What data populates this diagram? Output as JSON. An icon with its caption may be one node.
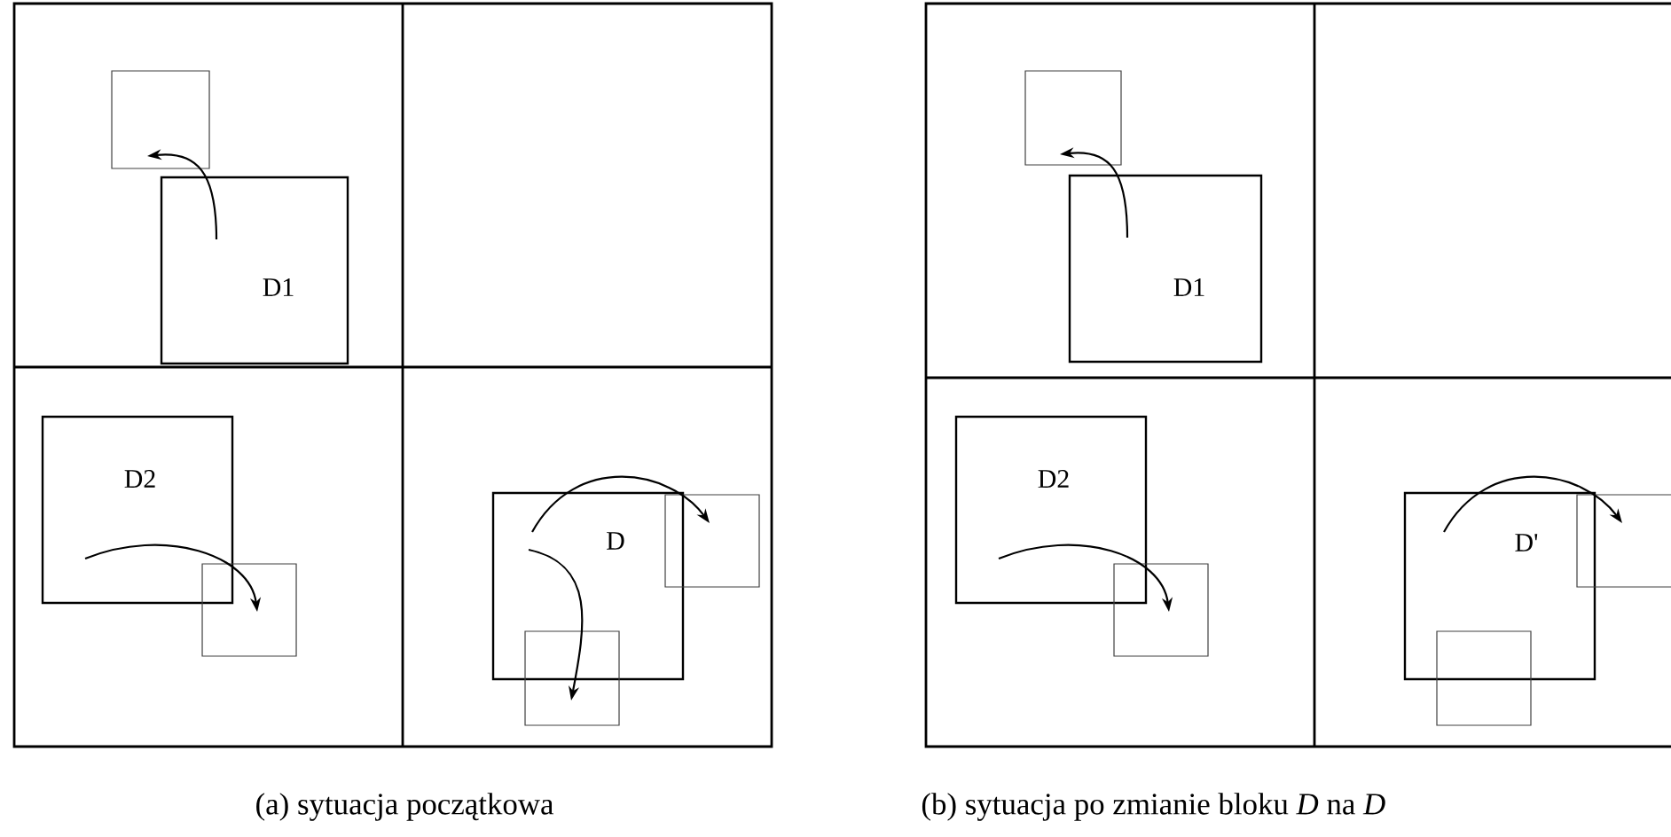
{
  "diagram": {
    "nodes": [
      {
        "text": [
          "D1"
        ]
      },
      {
        "text": [],
        "shape": "box"
      },
      {
        "text": [
          "D2"
        ]
      },
      {
        "text": [],
        "shape": "box"
      },
      {
        "text": [
          "D"
        ]
      },
      {
        "text": [],
        "shape": "box"
      },
      {
        "text": [],
        "shape": "box"
      },
      {
        "text": [
          "D1"
        ]
      },
      {
        "text": [],
        "shape": "box"
      },
      {
        "text": [
          "D2"
        ]
      },
      {
        "text": [],
        "shape": "box"
      },
      {
        "text": [
          "D'"
        ]
      },
      {
        "text": [],
        "shape": "box"
      },
      {
        "text": [],
        "shape": "box"
      }
    ],
    "edges": [
      {
        "from": 0,
        "to": 1,
        "arrow": "to"
      },
      {
        "from": 2,
        "to": 3,
        "arrow": "to"
      },
      {
        "from": 4,
        "to": 5,
        "arrow": "to"
      },
      {
        "from": 4,
        "to": 6,
        "arrow": "to"
      },
      {
        "from": 7,
        "to": 8,
        "arrow": "to"
      },
      {
        "from": 9,
        "to": 10,
        "arrow": "to"
      },
      {
        "from": 11,
        "to": 12,
        "arrow": "to"
      }
    ],
    "labels": [
      "(a) sytuacja początkowa",
      "(b) sytuacja po zmianie bloku *D* na *D*"
    ]
  }
}
